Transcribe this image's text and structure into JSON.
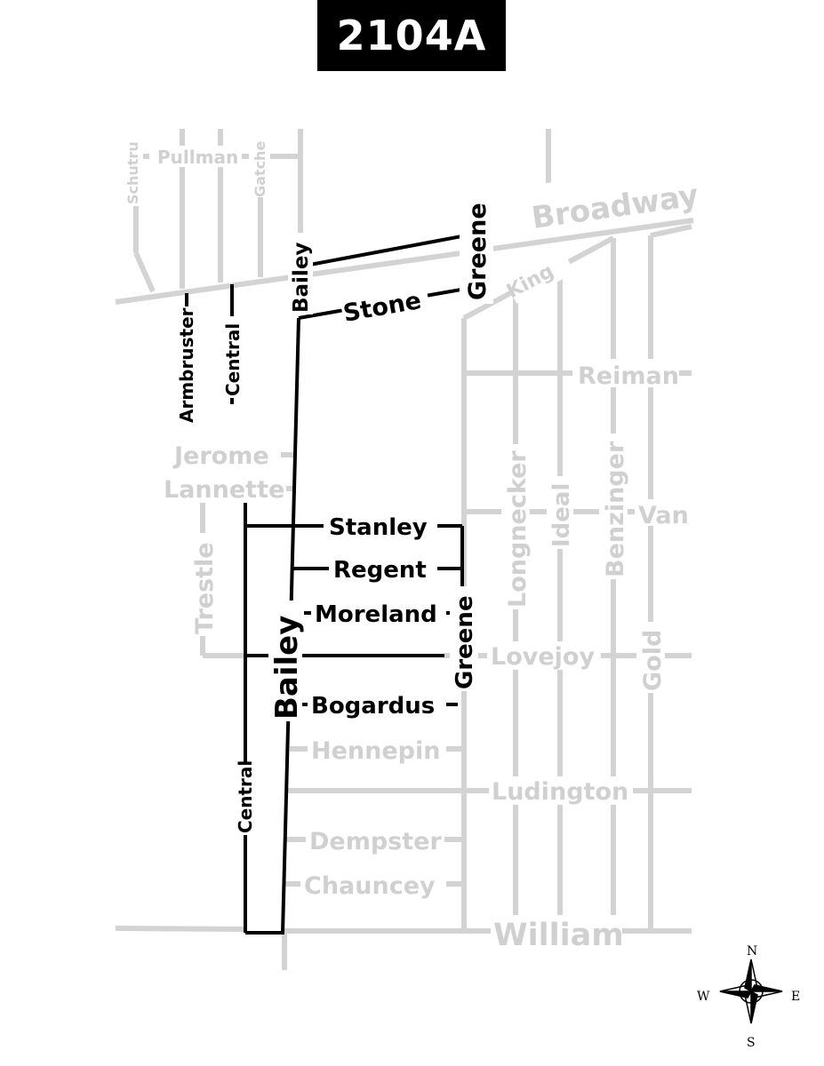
{
  "route": {
    "number": "2104A"
  },
  "streets": {
    "schutrum": "Schutru",
    "pullman": "Pullman",
    "gatchell": "Gatche",
    "broadway": "Broadway",
    "greene": "Greene",
    "bailey": "Bailey",
    "bailey_top": "Bailey",
    "stone": "Stone",
    "king": "King",
    "armbruster": "Armbruster",
    "central": "Central",
    "reiman": "Reiman",
    "jerome": "Jerome",
    "lannette": "Lannette",
    "longnecker": "Longnecker",
    "ideal": "Ideal",
    "benzinger": "Benzinger",
    "van": "Van",
    "stanley": "Stanley",
    "regent": "Regent",
    "moreland": "Moreland",
    "trestle": "Trestle",
    "lovejoy": "Lovejoy",
    "gold": "Gold",
    "bogardus": "Bogardus",
    "hennepin": "Hennepin",
    "ludington": "Ludington",
    "dempster": "Dempster",
    "chauncey": "Chauncey",
    "william": "William"
  },
  "compass": {
    "north": "N",
    "south": "S",
    "east": "E",
    "west": "W"
  },
  "colors": {
    "route": "#000000",
    "background_streets": "#d3d3d3",
    "badge_bg": "#000000",
    "badge_text": "#ffffff"
  }
}
